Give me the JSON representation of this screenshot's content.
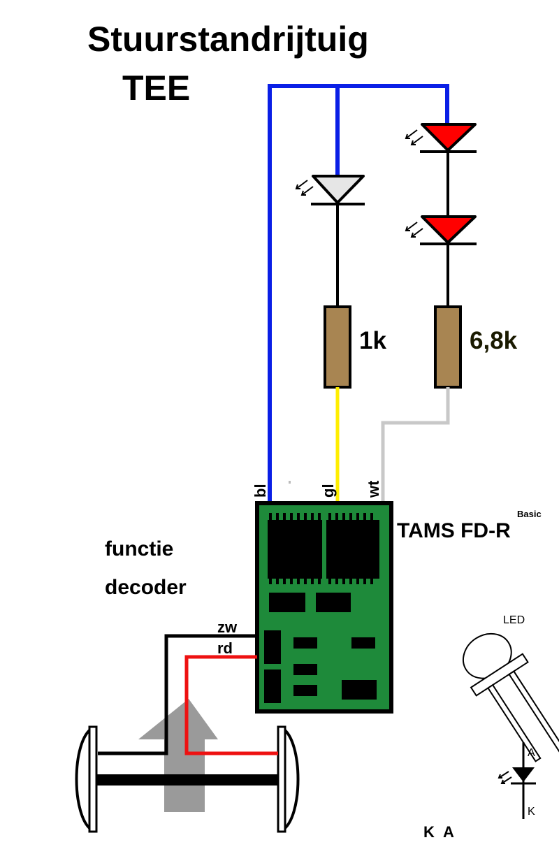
{
  "title": {
    "line1": "Stuurstandrijtuig",
    "line2": "TEE"
  },
  "resistors": {
    "left_value": "1k",
    "right_value": "6,8k"
  },
  "wires": {
    "blue": "bl",
    "yellow": "gl",
    "white": "wt",
    "black": "zw",
    "red": "rd"
  },
  "decoder": {
    "caption_line1": "functie",
    "caption_line2": "decoder",
    "model": "TAMS FD-R",
    "model_sup": "Basic"
  },
  "led_detail": {
    "label": "LED",
    "pin_k": "K",
    "pin_a": "A",
    "symbol_a": "A",
    "symbol_k": "K"
  },
  "colors": {
    "blue_wire": "#0a1fe6",
    "yellow_wire": "#ffee00",
    "white_wire": "#c8c8c8",
    "red_wire": "#ee1111",
    "red_led": "#ff0000",
    "white_led": "#e6e6e6",
    "resistor": "#a88552",
    "pcb": "#1e8a3a",
    "chip": "#000000",
    "arrow": "#9a9a9a"
  }
}
